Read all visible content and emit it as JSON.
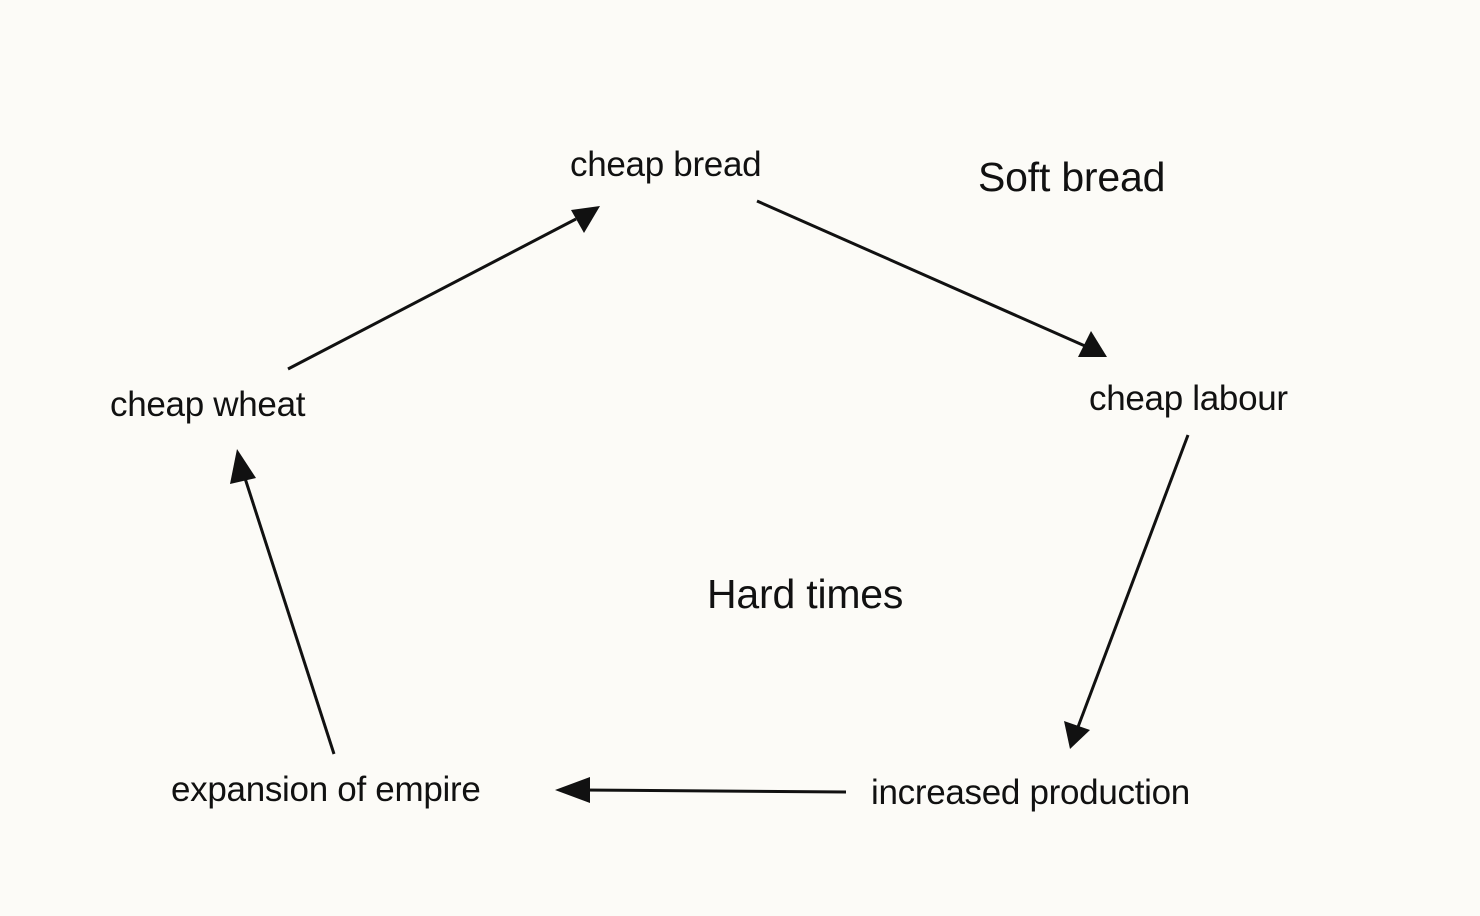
{
  "diagram": {
    "titles": {
      "soft": "Soft bread",
      "hard": "Hard times"
    },
    "nodes": {
      "cheap_bread": "cheap bread",
      "cheap_labour": "cheap labour",
      "increased_production": "increased production",
      "expansion_of_empire": "expansion of empire",
      "cheap_wheat": "cheap wheat"
    },
    "edges": [
      {
        "from": "cheap bread",
        "to": "cheap labour"
      },
      {
        "from": "cheap labour",
        "to": "increased production"
      },
      {
        "from": "increased production",
        "to": "expansion of empire"
      },
      {
        "from": "expansion of empire",
        "to": "cheap wheat"
      },
      {
        "from": "cheap wheat",
        "to": "cheap bread"
      }
    ]
  }
}
